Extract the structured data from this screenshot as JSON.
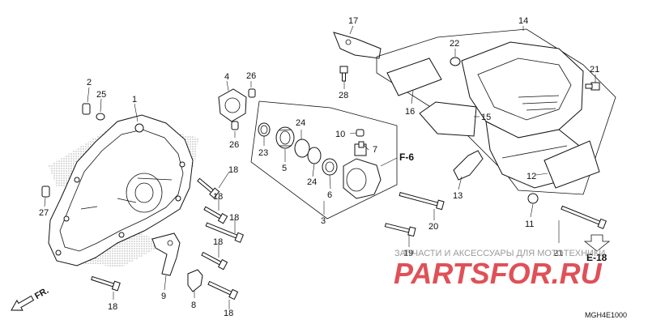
{
  "diagram": {
    "code": "MGH4E1000",
    "front_arrow": "FR.",
    "refs": {
      "f6": "F-6",
      "e18": "E-18"
    },
    "labels": {
      "n1": "1",
      "n2": "2",
      "n3": "3",
      "n4": "4",
      "n5": "5",
      "n6": "6",
      "n7": "7",
      "n8": "8",
      "n9": "9",
      "n10": "10",
      "n11": "11",
      "n12": "12",
      "n13": "13",
      "n14": "14",
      "n15": "15",
      "n16": "16",
      "n17": "17",
      "n18a": "18",
      "n18b": "18",
      "n18c": "18",
      "n18d": "18",
      "n18e": "18",
      "n18f": "18",
      "n19": "19",
      "n20": "20",
      "n21a": "21",
      "n21b": "21",
      "n22": "22",
      "n23": "23",
      "n24a": "24",
      "n24b": "24",
      "n25": "25",
      "n26a": "26",
      "n26b": "26",
      "n27": "27",
      "n28": "28"
    }
  },
  "watermark": {
    "tagline": "ЗАПЧАСТИ И АКСЕССУАРЫ ДЛЯ МОТОТЕХНИКИ",
    "logo": "PARTSFOR.RU"
  }
}
